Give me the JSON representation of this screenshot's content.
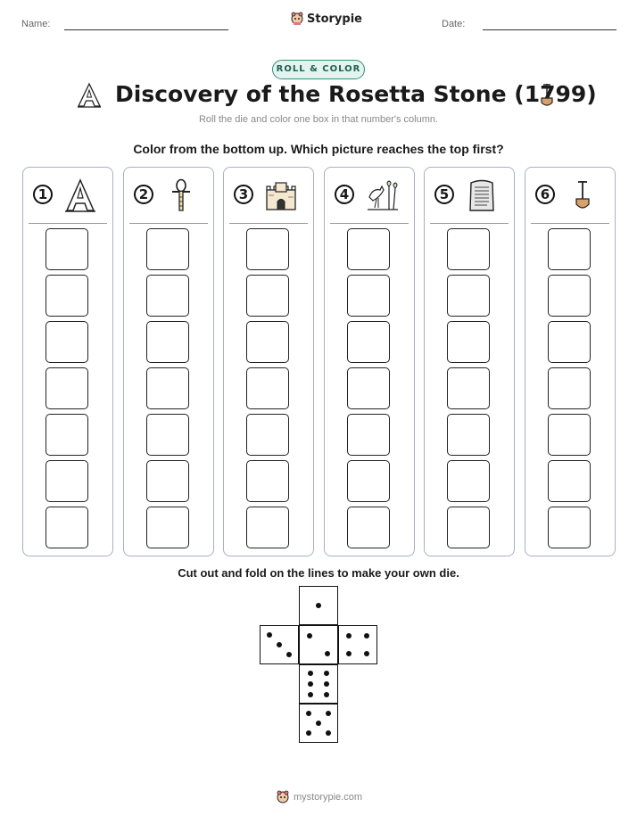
{
  "header": {
    "name_label": "Name:",
    "date_label": "Date:",
    "brand": "Storypie"
  },
  "badge": "ROLL & COLOR",
  "title": "Discovery of the Rosetta Stone (1799)",
  "subtitle": "Roll the die and color one box in that number's column.",
  "instruction": "Color from the bottom up. Which picture reaches the top first?",
  "columns": [
    {
      "number": "1",
      "icon": "letter-a-icon"
    },
    {
      "number": "2",
      "icon": "ankh-icon"
    },
    {
      "number": "3",
      "icon": "castle-icon"
    },
    {
      "number": "4",
      "icon": "birds-reeds-icon"
    },
    {
      "number": "5",
      "icon": "stone-tablet-icon"
    },
    {
      "number": "6",
      "icon": "shovel-icon"
    }
  ],
  "boxes_per_column": 7,
  "cut_instruction": "Cut out and fold on the lines to make your own die.",
  "die_faces": [
    1,
    3,
    2,
    4,
    6,
    5
  ],
  "footer": "mystorypie.com",
  "colors": {
    "accent": "#2f8f7a",
    "column_border": "#a9b0c4"
  }
}
